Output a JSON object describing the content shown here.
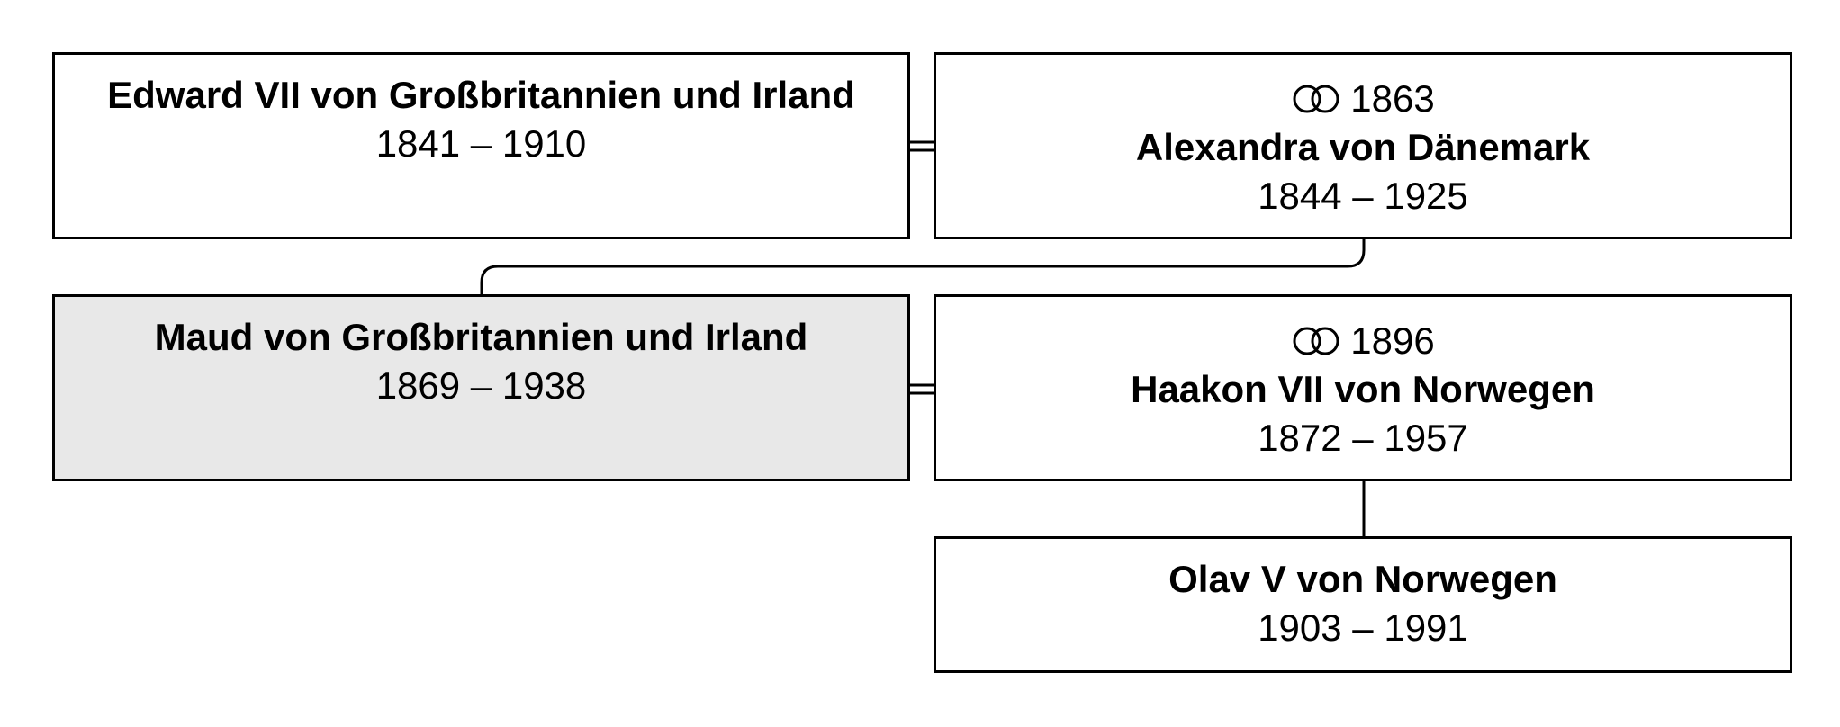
{
  "persons": {
    "edward": {
      "name": "Edward VII von Großbritannien und Irland",
      "dates": "1841 – 1910"
    },
    "alexandra": {
      "marriage_year": "1863",
      "name": "Alexandra von Dänemark",
      "dates": "1844 – 1925"
    },
    "maud": {
      "name": "Maud von Großbritannien und Irland",
      "dates": "1869 – 1938"
    },
    "haakon": {
      "marriage_year": "1896",
      "name": "Haakon VII von Norwegen",
      "dates": "1872 – 1957"
    },
    "olav": {
      "name": "Olav V von Norwegen",
      "dates": "1903 – 1991"
    }
  },
  "icons": {
    "marriage": "wedding-rings-icon"
  },
  "colors": {
    "border": "#000000",
    "highlight_fill": "#e8e8e8",
    "box_fill": "#ffffff"
  }
}
